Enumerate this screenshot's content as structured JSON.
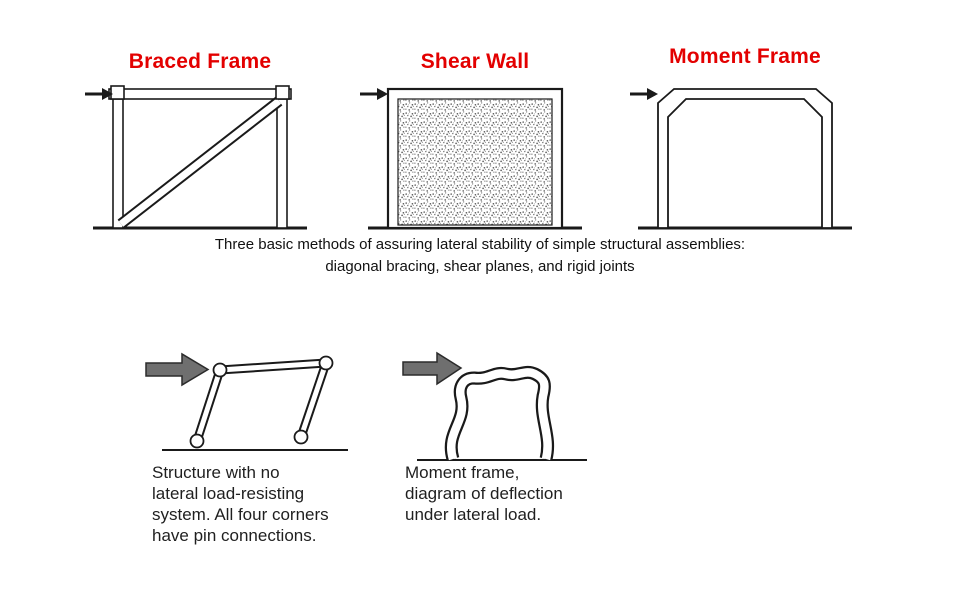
{
  "colors": {
    "label_red": "#e30000",
    "ink": "#1a1a1a",
    "arrow_gray": "#6f6f6f",
    "text_dark": "#1f1f1f"
  },
  "top_row": {
    "panels": [
      {
        "label": "Braced Frame"
      },
      {
        "label": "Shear Wall"
      },
      {
        "label": "Moment Frame"
      }
    ],
    "caption": {
      "line1": "Three basic methods of assuring lateral stability of simple structural assemblies:",
      "line2": "diagonal bracing, shear planes, and rigid joints"
    }
  },
  "bottom_row": {
    "sketches": [
      {
        "name": "pinned-frame-deflection",
        "caption_lines": [
          "Structure with no",
          "lateral load-resisting",
          "system. All four corners",
          "have pin connections."
        ]
      },
      {
        "name": "moment-frame-deflection",
        "caption_lines": [
          "Moment frame,",
          "diagram of deflection",
          "under lateral load."
        ]
      }
    ]
  }
}
